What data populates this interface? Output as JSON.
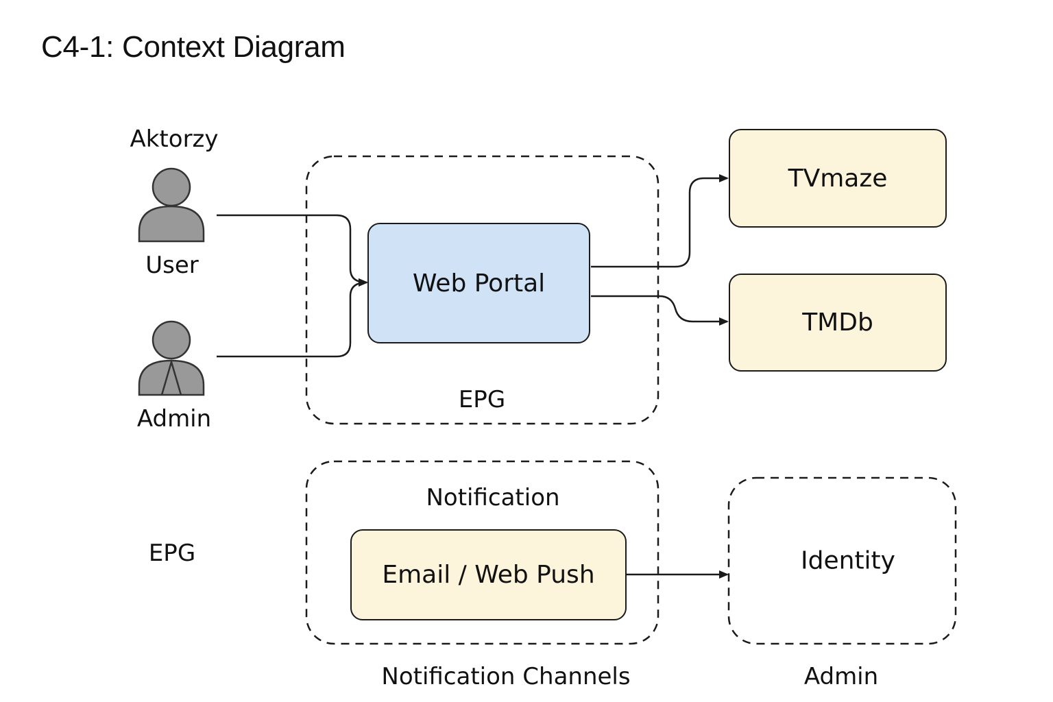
{
  "title": "C4-1: Context Diagram",
  "actors": {
    "heading": "Aktorzy",
    "user_label": "User",
    "admin_label": "Admin"
  },
  "boundaries": {
    "epg_label": "EPG",
    "notification_label": "Notification",
    "notification_channels_label": "Notification Channels",
    "identity_label": "Identity",
    "admin_label": "Admin"
  },
  "side_label": "EPG",
  "systems": {
    "web_portal": "Web Portal",
    "tvmaze": "TVmaze",
    "tmdb": "TMDb",
    "email_webpush": "Email / Web Push"
  },
  "colors": {
    "web_portal_fill": "#cfe2f6",
    "external_fill": "#fdf4dc",
    "actor_fill": "#999999",
    "stroke": "#1a1a1a"
  },
  "icons": {
    "user": "person-icon",
    "admin": "admin-person-icon"
  }
}
